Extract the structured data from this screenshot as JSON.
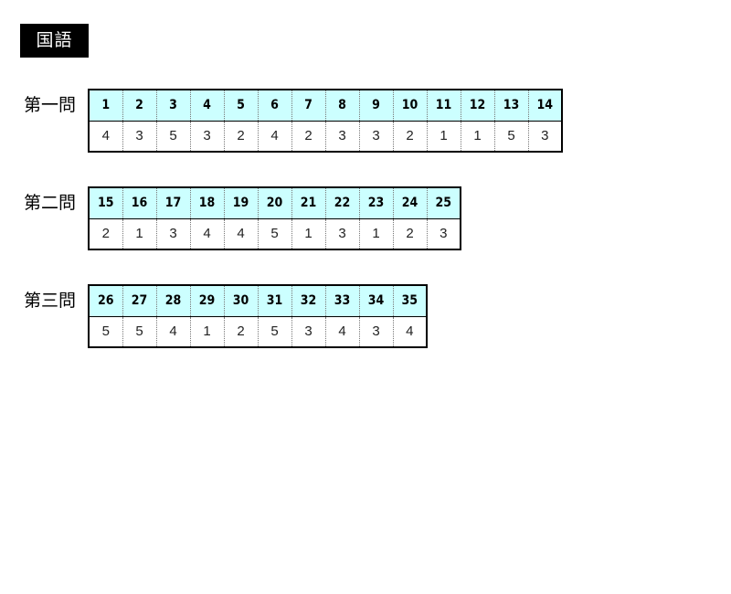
{
  "subject": "国語",
  "sections": [
    {
      "label": "第一問",
      "questions": [
        "1",
        "2",
        "3",
        "4",
        "5",
        "6",
        "7",
        "8",
        "9",
        "10",
        "11",
        "12",
        "13",
        "14"
      ],
      "answers": [
        "4",
        "3",
        "5",
        "3",
        "2",
        "4",
        "2",
        "3",
        "3",
        "2",
        "1",
        "1",
        "5",
        "3"
      ]
    },
    {
      "label": "第二問",
      "questions": [
        "15",
        "16",
        "17",
        "18",
        "19",
        "20",
        "21",
        "22",
        "23",
        "24",
        "25"
      ],
      "answers": [
        "2",
        "1",
        "3",
        "4",
        "4",
        "5",
        "1",
        "3",
        "1",
        "2",
        "3"
      ]
    },
    {
      "label": "第三問",
      "questions": [
        "26",
        "27",
        "28",
        "29",
        "30",
        "31",
        "32",
        "33",
        "34",
        "35"
      ],
      "answers": [
        "5",
        "5",
        "4",
        "1",
        "2",
        "5",
        "3",
        "4",
        "3",
        "4"
      ]
    }
  ]
}
